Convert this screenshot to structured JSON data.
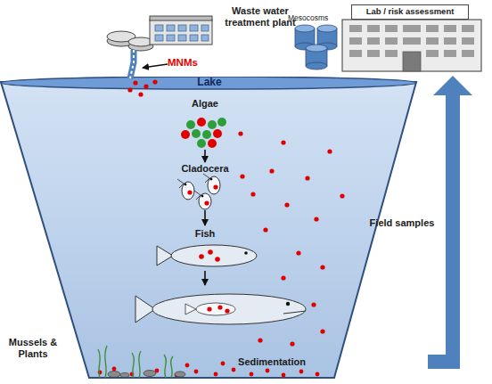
{
  "diagram": {
    "nodes": [
      {
        "text": [
          "Waste water treatment plant"
        ]
      },
      {
        "text": [
          "Lake",
          "Algae",
          "Cladocera",
          "Fish",
          "Mussels & Plants",
          "Sedimentation"
        ]
      },
      {
        "text": [
          "Lab / risk assessment"
        ]
      }
    ],
    "edges": [
      {
        "from": 1,
        "to": 2,
        "arrow": "to",
        "label": "Field samples"
      }
    ],
    "labels": [
      "MNMs",
      "Mesocosms"
    ]
  }
}
